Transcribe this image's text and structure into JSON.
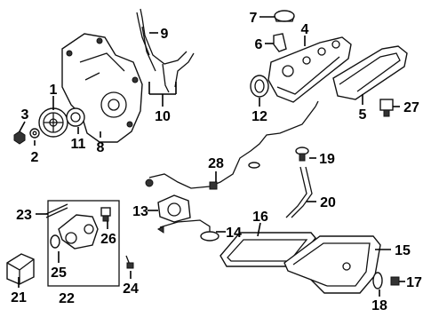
{
  "diagram": {
    "callouts": [
      "1",
      "2",
      "3",
      "4",
      "5",
      "6",
      "7",
      "8",
      "9",
      "10",
      "11",
      "12",
      "13",
      "14",
      "15",
      "16",
      "17",
      "18",
      "19",
      "20",
      "21",
      "22",
      "23",
      "24",
      "25",
      "26",
      "27",
      "28"
    ]
  },
  "icons": {
    "timing-cover": "timing-cover-icon",
    "crank-pulley": "crank-pulley-icon",
    "valve-cover": "valve-cover-icon",
    "oil-pan": "oil-pan-icon",
    "oil-filter": "oil-filter-icon"
  },
  "colors": {
    "line": "#111111",
    "background": "#ffffff"
  }
}
